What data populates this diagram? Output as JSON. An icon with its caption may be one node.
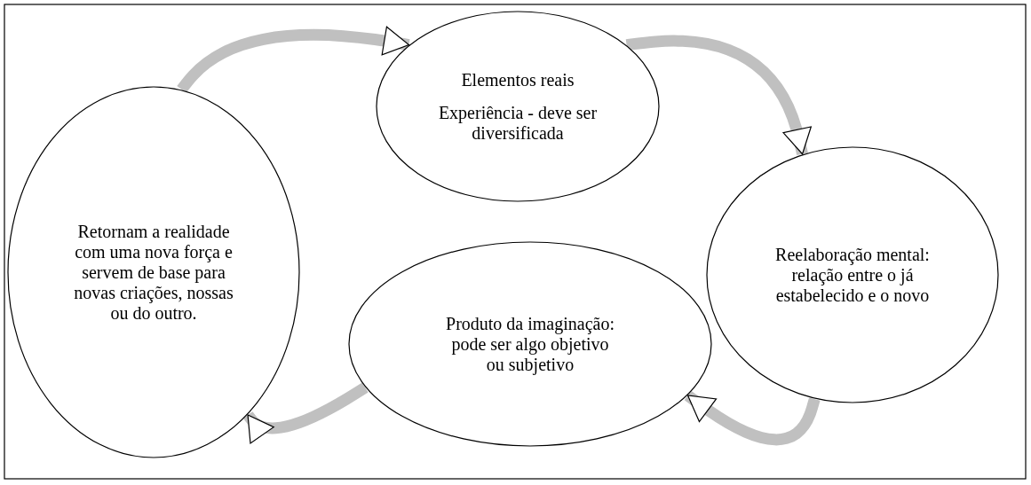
{
  "diagram": {
    "nodes": [
      {
        "text": [
          "Elementos reais",
          "Experiência - deve ser diversificada"
        ]
      },
      {
        "text": [
          "Retornam a realidade com uma nova força e servem de base para novas criações, nossas ou do outro."
        ]
      },
      {
        "text": [
          "Reelaboração mental: relação entre o já estabelecido e o novo"
        ]
      },
      {
        "text": [
          "Produto da imaginação: pode ser algo objetivo ou subjetivo"
        ]
      }
    ],
    "edges": [
      {
        "from": 1,
        "to": 0,
        "arrow": "to"
      },
      {
        "from": 0,
        "to": 2,
        "arrow": "to"
      },
      {
        "from": 2,
        "to": 3,
        "arrow": "to"
      },
      {
        "from": 3,
        "to": 1,
        "arrow": "to"
      }
    ]
  }
}
